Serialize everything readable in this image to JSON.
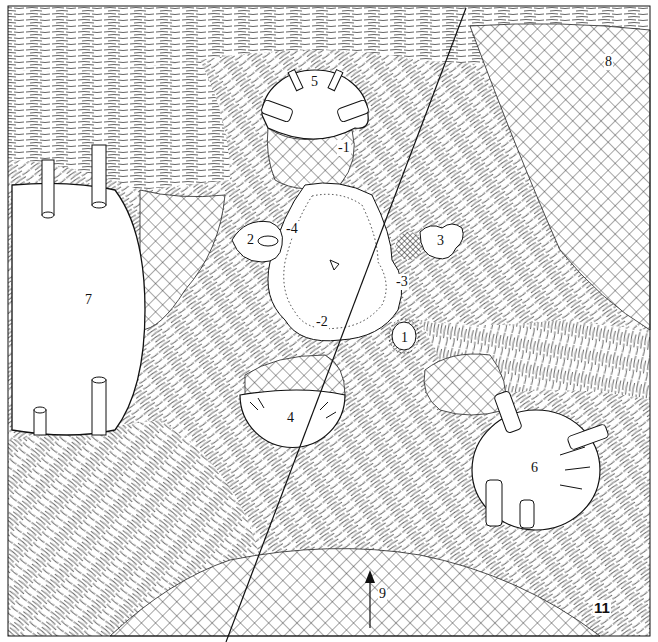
{
  "diagram": {
    "labels": [
      "5",
      "8",
      "-1",
      "2",
      "-4",
      "3",
      "7",
      "-3",
      "-2",
      "1",
      "4",
      "6",
      "9",
      "11"
    ]
  }
}
